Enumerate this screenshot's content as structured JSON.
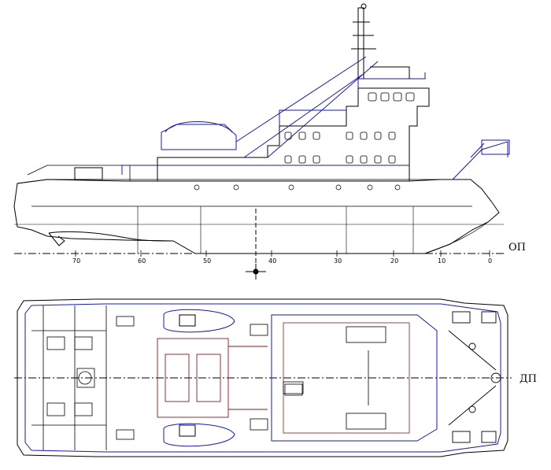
{
  "labels": {
    "baseline": "ОП",
    "centerline": "ДП"
  },
  "scale": {
    "ticks": [
      "70",
      "60",
      "50",
      "40",
      "30",
      "20",
      "10",
      "0"
    ]
  },
  "colors": {
    "outline": "#000000",
    "superstructure": "#1a1aa8",
    "deck_equipment": "#8b1a1a"
  }
}
